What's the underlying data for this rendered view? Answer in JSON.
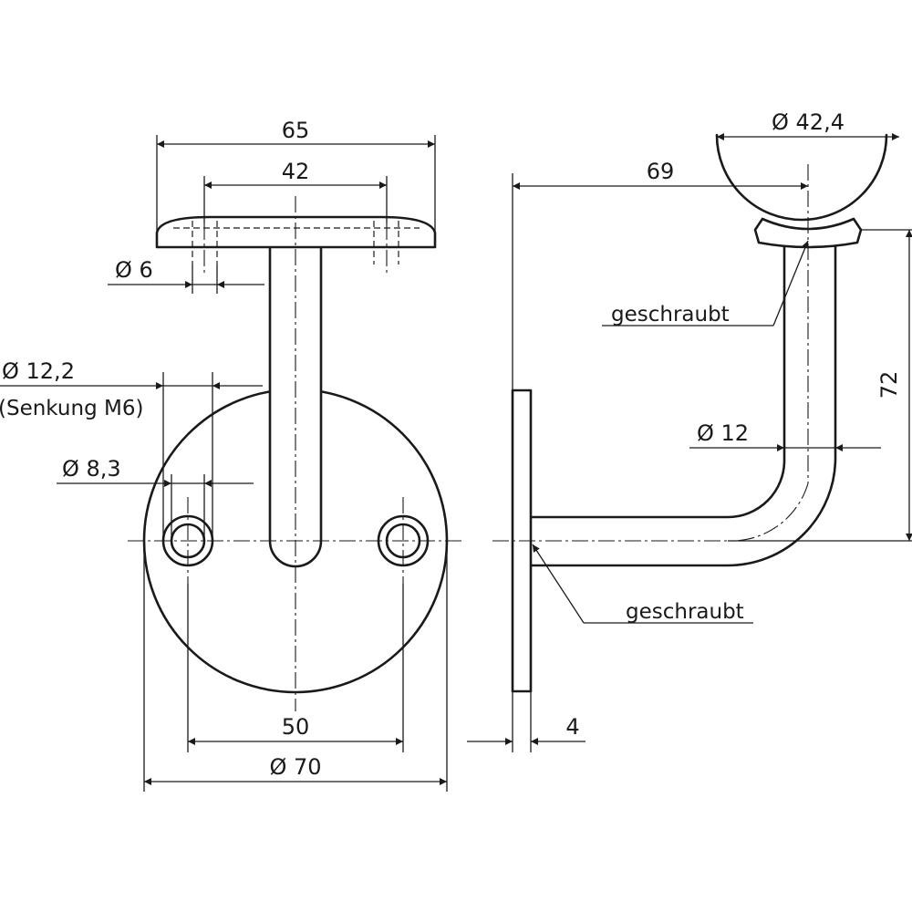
{
  "front_view": {
    "dim_plate_width": "65",
    "dim_hole_spacing_top": "42",
    "dim_hole_6": "Ø 6",
    "dim_countersink": "Ø 12,2",
    "note_countersink": "(Senkung M6)",
    "dim_hole_8": "Ø 8,3",
    "dim_hole_spacing_bottom": "50",
    "dim_base_diameter": "Ø 70"
  },
  "side_view": {
    "dim_rail_diameter": "Ø 42,4",
    "dim_projection": "69",
    "dim_height": "72",
    "dim_rod_diameter": "Ø 12",
    "dim_base_thickness": "4",
    "note_screwed_top": "geschraubt",
    "note_screwed_bottom": "geschraubt"
  }
}
